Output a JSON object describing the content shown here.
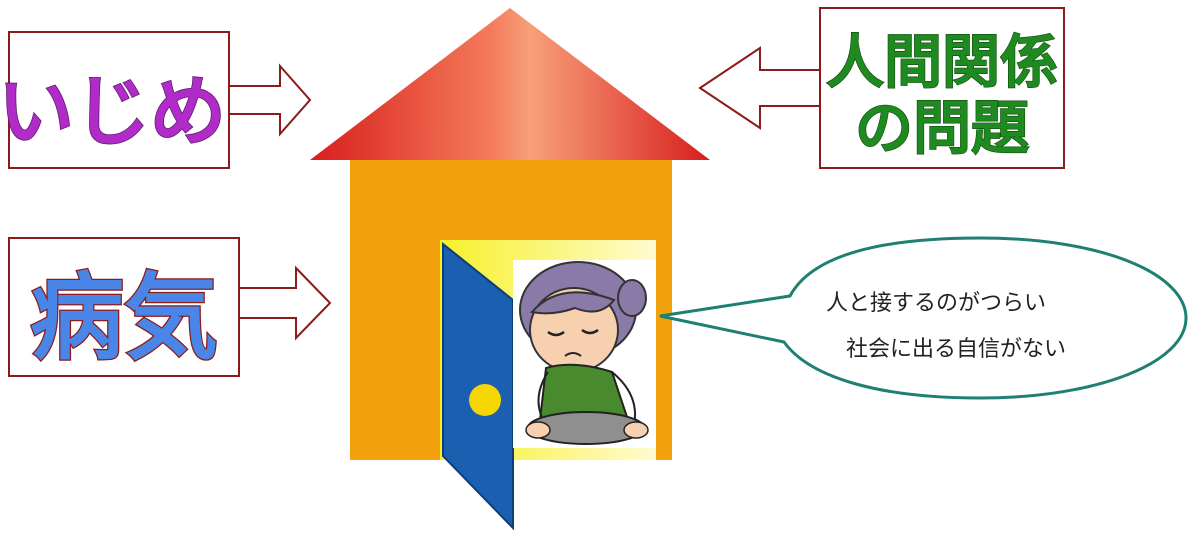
{
  "labels": {
    "bullying": "いじめ",
    "illness": "病気",
    "relationships_line1": "人間関係",
    "relationships_line2": "の問題"
  },
  "speech_bubble": {
    "line1": "人と接するのがつらい",
    "line2": "社会に出る自信がない"
  },
  "colors": {
    "box_border": "#8b1a1a",
    "bullying_text": "#c23ad6",
    "illness_text": "#3b6fe0",
    "relationships_text": "#1f8a1f",
    "roof": "#e23c2c",
    "house": "#f2a60c",
    "door": "#1b5fb0",
    "door_knob": "#f4d600",
    "doorway": "#fff36a",
    "bubble_border": "#1e7f72"
  }
}
